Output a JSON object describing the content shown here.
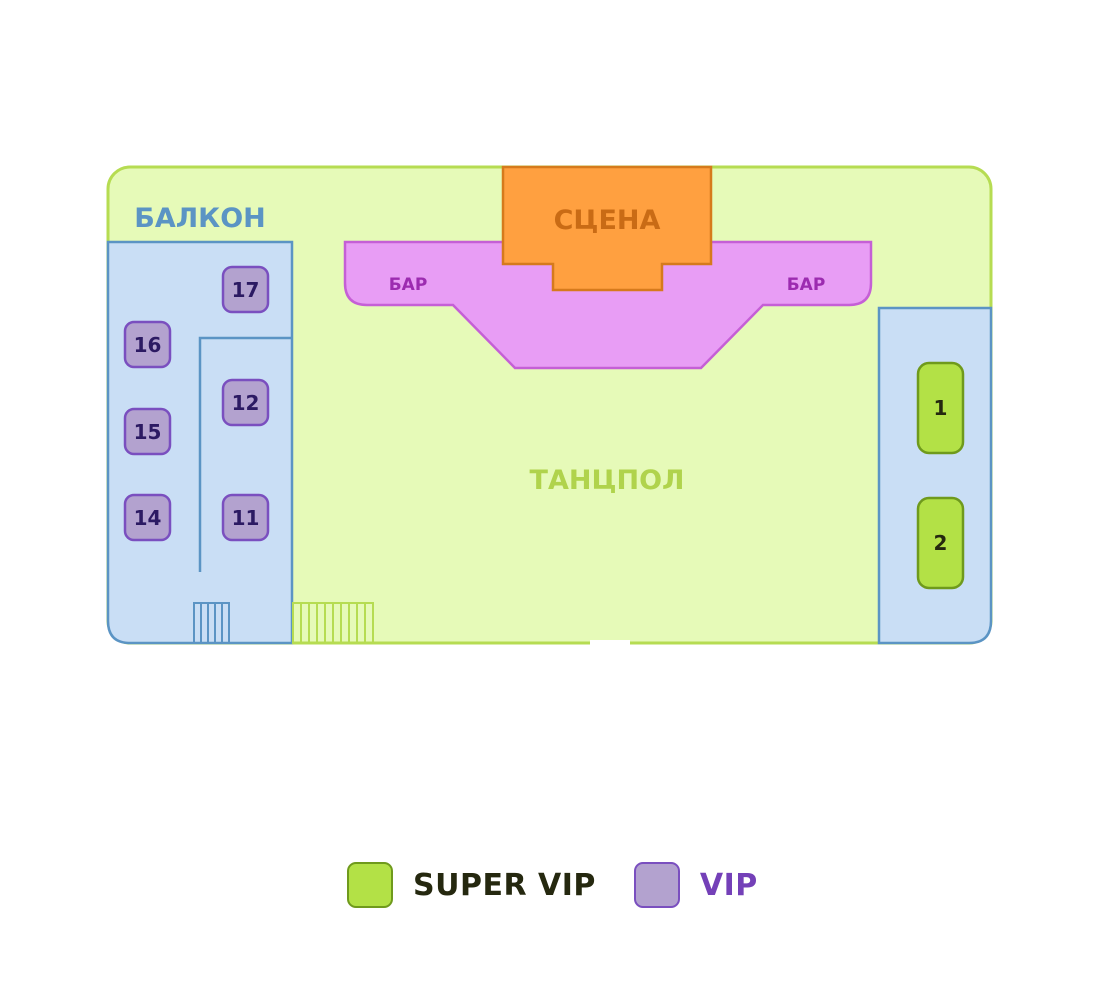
{
  "zones": {
    "balcony": "БАЛКОН",
    "stage": "СЦЕНА",
    "bar_left": "БАР",
    "bar_right": "БАР",
    "dancefloor": "ТАНЦПОЛ"
  },
  "tables": {
    "vip": [
      "17",
      "16",
      "12",
      "15",
      "14",
      "11"
    ],
    "super_vip": [
      "1",
      "2"
    ]
  },
  "legend": {
    "super_vip": "SUPER VIP",
    "vip": "VIP"
  },
  "colors": {
    "dancefloor": "#e6fab8",
    "dancefloor_border": "#b6dc52",
    "balcony": "#c9def5",
    "balcony_border": "#5b94c4",
    "stage": "#ffa040",
    "stage_border": "#d67a1c",
    "bar": "#e89df5",
    "bar_border": "#c55fd6",
    "vip": "#b3a2cf",
    "vip_border": "#7a4fbf",
    "super_vip": "#b3e146",
    "super_vip_border": "#6f9a1c"
  }
}
